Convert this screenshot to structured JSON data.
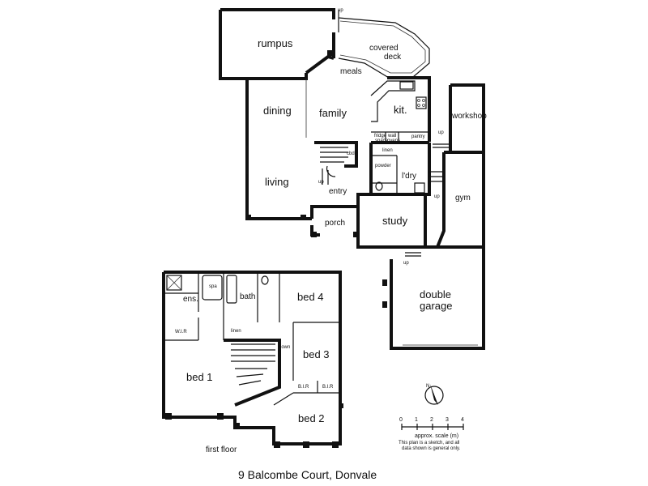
{
  "ground_floor_rooms": {
    "rumpus": "rumpus",
    "covered_deck_line1": "covered",
    "covered_deck_line2": "deck",
    "meals": "meals",
    "dining": "dining",
    "family": "family",
    "kitchen": "kit.",
    "workshop": "workshop",
    "living": "living",
    "entry": "entry",
    "porch": "porch",
    "study": "study",
    "gym": "gym",
    "powder": "powder",
    "laundry": "l'dry",
    "linen": "linen",
    "pantry": "pantry",
    "fridge_line1": "fridge",
    "fridge_line2": "space",
    "wall_oven_line1": "wall",
    "wall_oven_line2": "ovens",
    "cupboard": "cbd",
    "double_garage_line1": "double",
    "double_garage_line2": "garage"
  },
  "first_floor_rooms": {
    "ensuite": "ens.",
    "spa": "spa",
    "bath": "bath",
    "bed4": "bed 4",
    "bed3": "bed 3",
    "bed1": "bed 1",
    "bed2": "bed 2",
    "wir": "W.I.R",
    "bir_a": "B.I.R",
    "bir_b": "B.I.R",
    "linen": "linen",
    "down": "down"
  },
  "stair_marks": {
    "up_deck": "up",
    "up_main_stair": "up",
    "up_workshop": "up",
    "up_garage": "up",
    "up_gym": "up"
  },
  "labels": {
    "first_floor": "first floor",
    "address": "9 Balcombe Court, Donvale"
  },
  "scale": {
    "ticks": [
      "0",
      "1",
      "2",
      "3",
      "4"
    ],
    "caption": "approx. scale (m)",
    "disclaimer_line1": "This plan is a sketch, and all",
    "disclaimer_line2": "data shown is general only."
  },
  "compass": {
    "label": "N"
  }
}
